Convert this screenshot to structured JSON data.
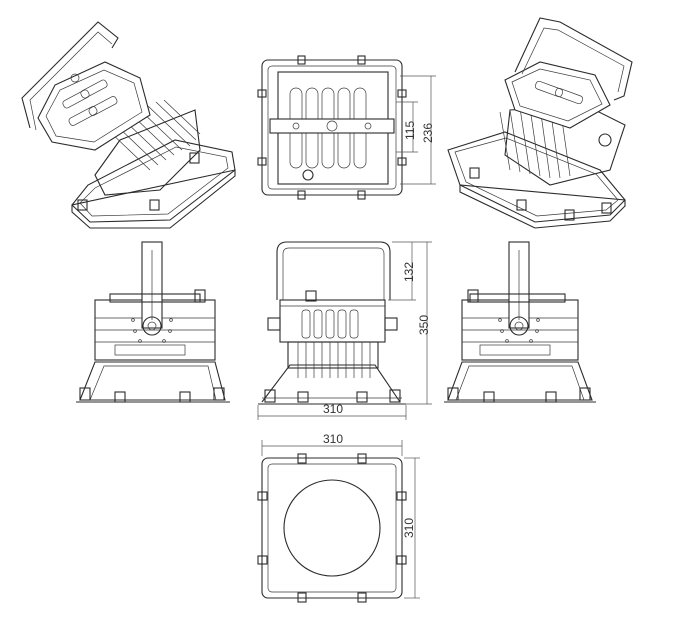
{
  "dimensions": {
    "top_front_height_inner": "115",
    "top_front_height_outer": "236",
    "side_bracket_height": "132",
    "side_total_height": "350",
    "side_width": "310",
    "bottom_width": "310",
    "bottom_height": "310"
  },
  "views": [
    "isometric-left",
    "front-top",
    "isometric-right",
    "side-left",
    "front",
    "side-right",
    "bottom"
  ],
  "colors": {
    "line": "#2b2b2b",
    "background": "#ffffff"
  }
}
